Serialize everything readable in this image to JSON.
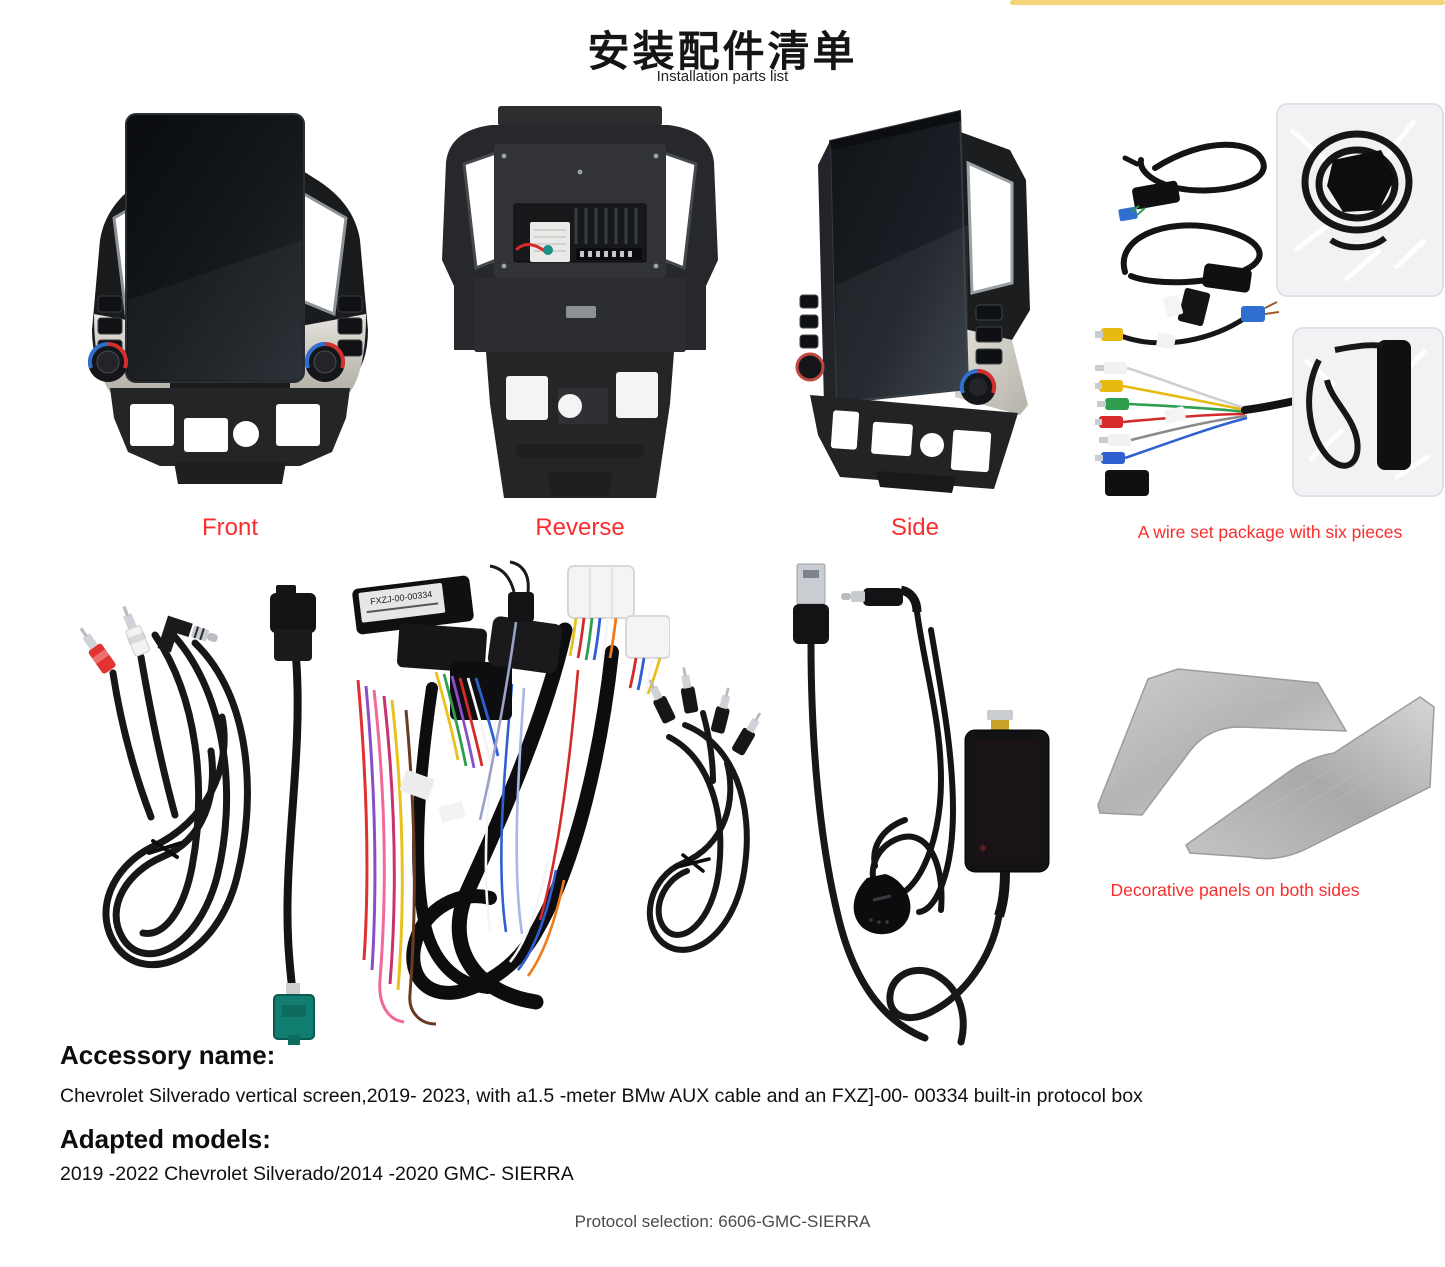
{
  "page": {
    "accent_bar_color": "#f6d57a",
    "label_color": "#fa2d2d",
    "background_color": "#ffffff"
  },
  "header": {
    "title_zh": "安装配件清单",
    "subtitle_en": "Installation parts list"
  },
  "gallery": {
    "front_label": "Front",
    "reverse_label": "Reverse",
    "side_label": "Side",
    "wire_set_label": "A wire set package with six pieces"
  },
  "cables": {
    "harness_tag": "FXZJ-00-00334",
    "decorative_label": "Decorative panels on both sides"
  },
  "details": {
    "accessory_heading": "Accessory name:",
    "accessory_text": "Chevrolet Silverado vertical screen,2019- 2023, with a1.5 -meter BMw AUX cable and an FXZ]-00- 00334  built-in protocol box",
    "models_heading": "Adapted models:",
    "models_text": "2019 -2022 Chevrolet Silverado/2014 -2020 GMC- SIERRA",
    "protocol_text": "Protocol selection: 6606-GMC-SIERRA"
  }
}
